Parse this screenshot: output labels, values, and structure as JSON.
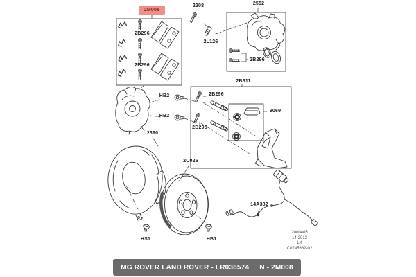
{
  "labels": {
    "kit": "2M008",
    "bleed_screw": "2208",
    "bleed_cap": "2L126",
    "caliper": "2552",
    "caliper_bolts": "2B296",
    "pad_bolt_upper": "2B296",
    "pad_bolt_lower": "2B296",
    "carrier_kit": "2B611",
    "mount_bolt_upper": "HB2",
    "mount_bolt_lower": "HB2",
    "guide_pin_upper": "2B296",
    "guide_pin_lower": "2B296",
    "bush_kit": "9069",
    "dust_shield": "2390",
    "disc": "2C026",
    "shield_screw": "HS1",
    "disc_screw": "HB1",
    "abs_sensor": "14A382"
  },
  "stamp": {
    "line1": "2000405",
    "line2": "14-2013",
    "line3": "LX",
    "line4": "C0245682-02"
  },
  "footer": {
    "assembly": "MG ROVER LAND ROVER - LR036574",
    "part_ref": "N - 2M008"
  },
  "colors": {
    "highlight_bg": "#f0908a",
    "highlight_text": "#8c2318",
    "footer_bg": "#6b6b6b",
    "footer_text": "#ffffff",
    "line": "#383838"
  }
}
